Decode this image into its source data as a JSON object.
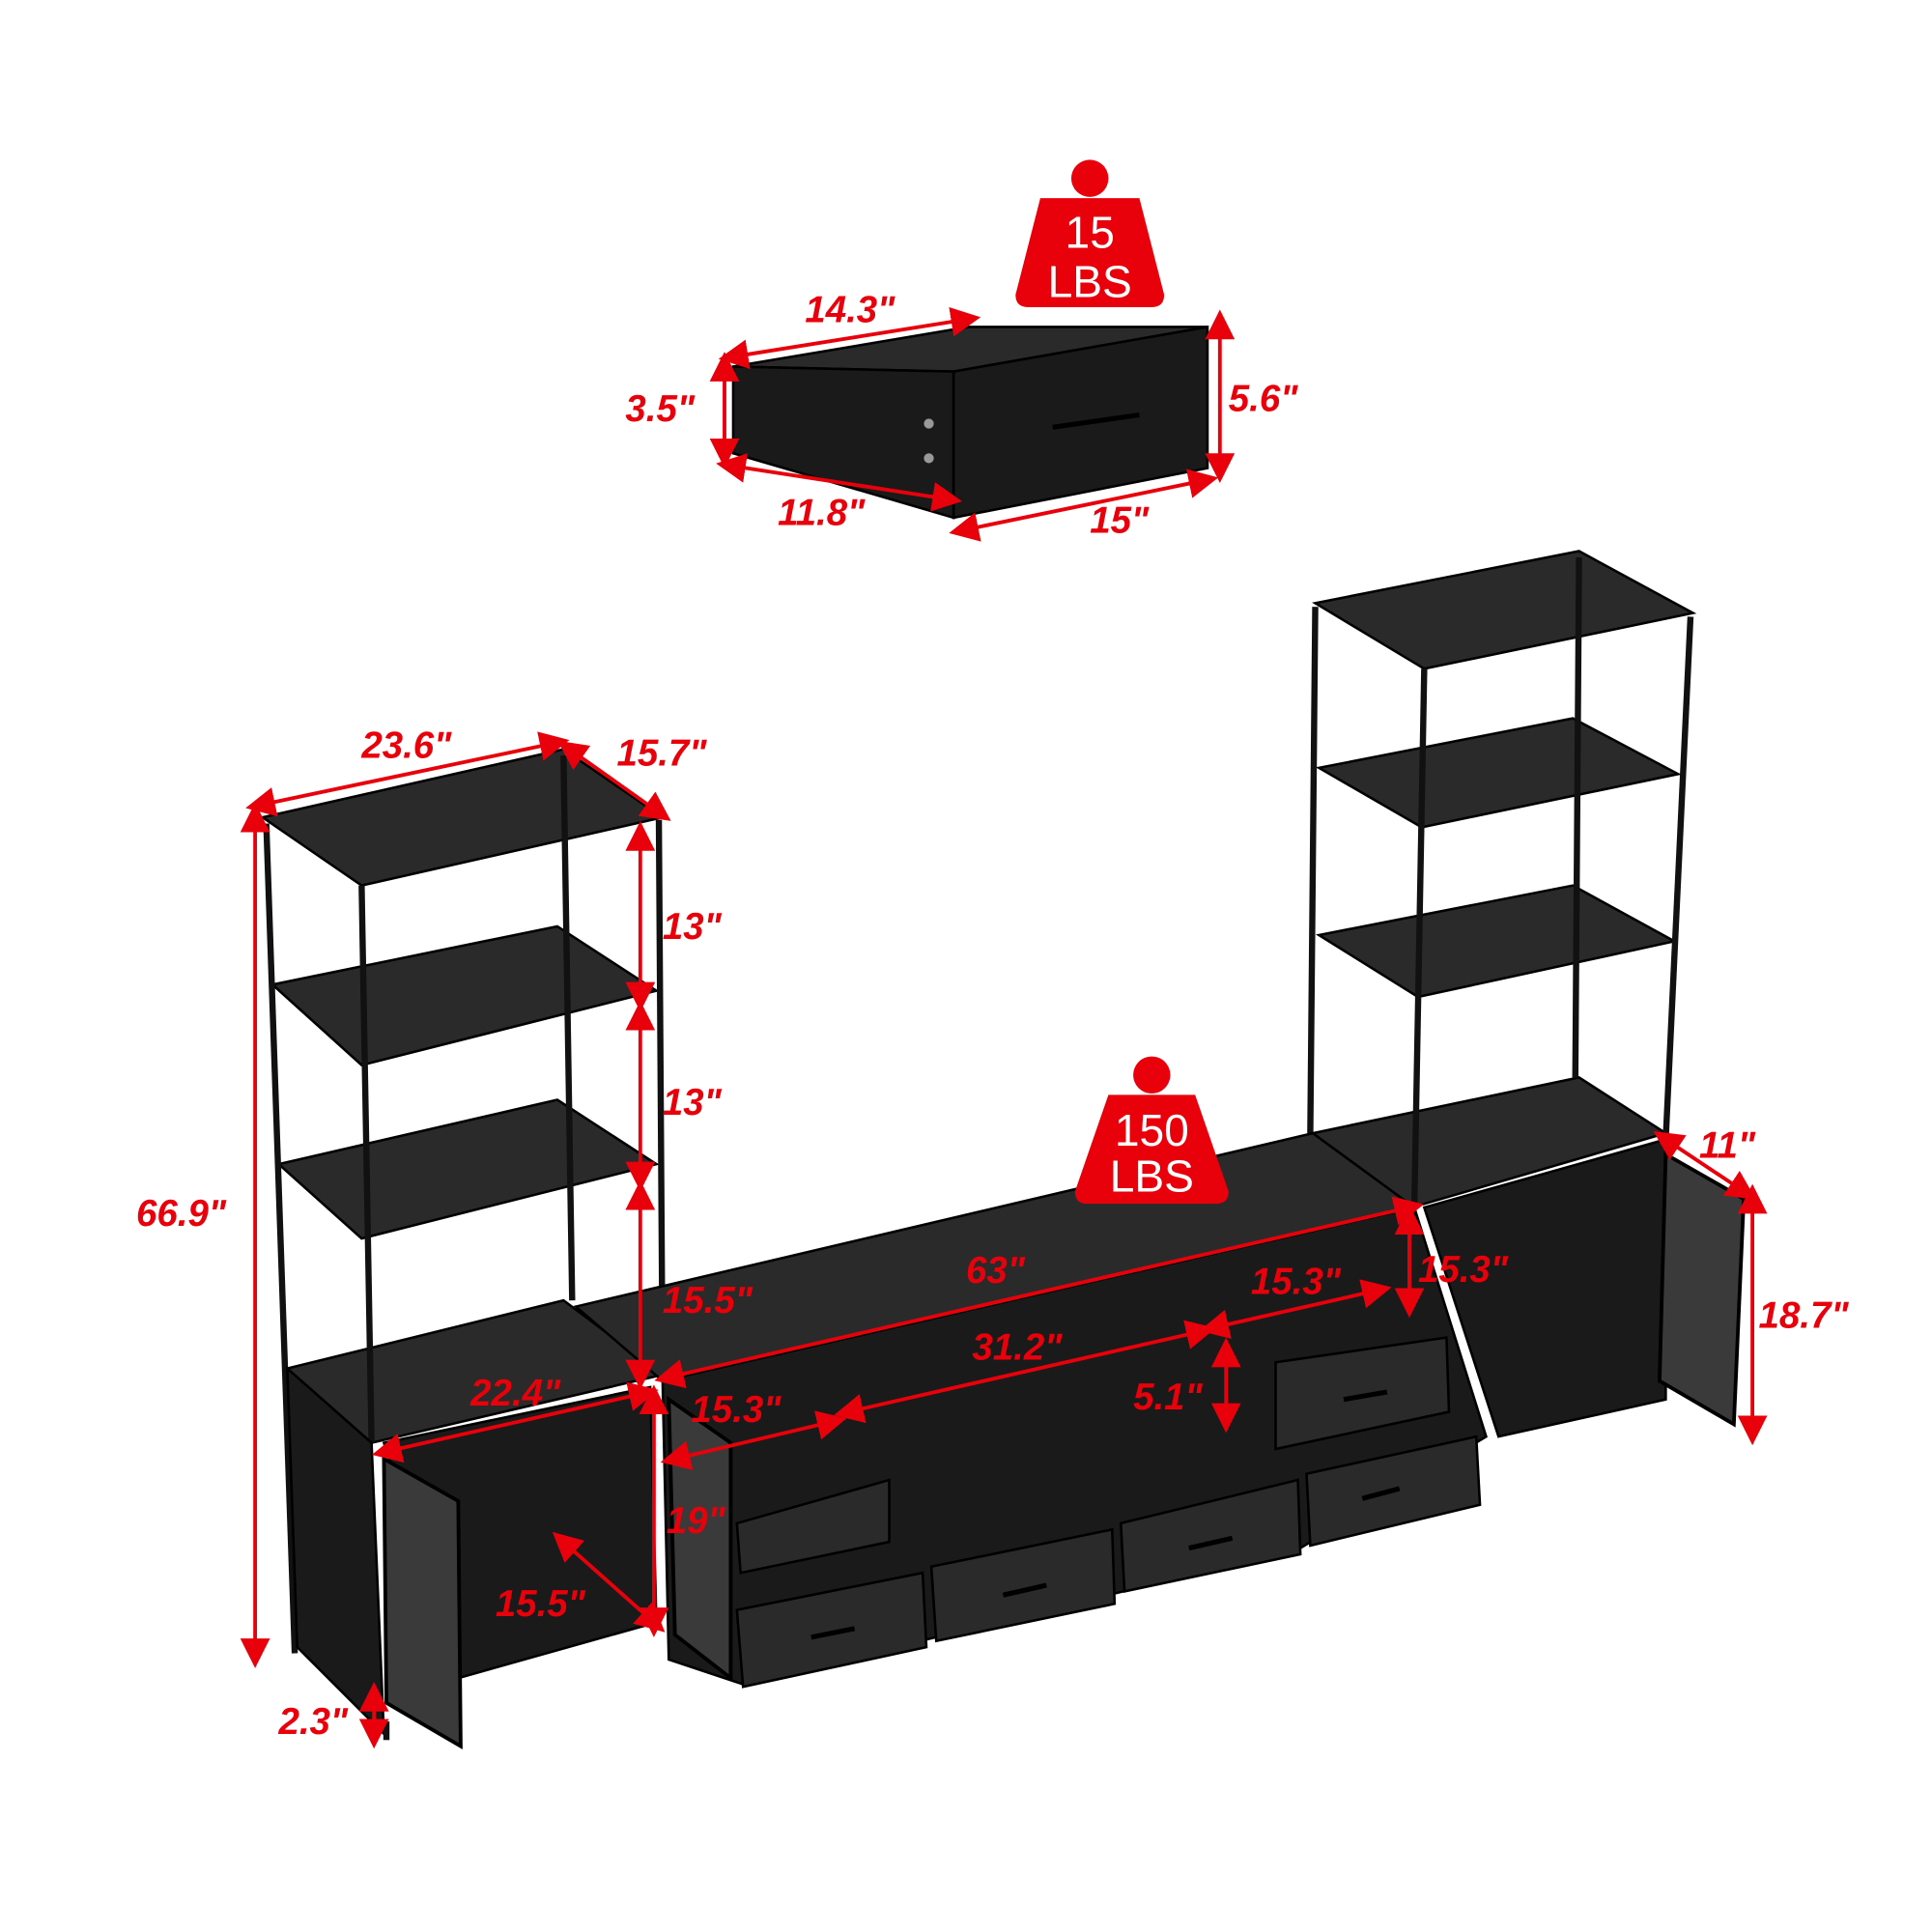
{
  "drawer": {
    "weight_capacity": {
      "value": "15",
      "unit": "LBS"
    },
    "dimensions": {
      "top_width": "14.3\"",
      "inner_height": "3.5\"",
      "front_height": "5.6\"",
      "depth": "11.8\"",
      "front_width": "15\""
    }
  },
  "tv_stand": {
    "weight_capacity": {
      "value": "150",
      "unit": "LBS"
    },
    "dimensions": {
      "length": "63\"",
      "shelf_width": "31.2\"",
      "side_shelf_width": "15.3\"",
      "open_shelf_width": "15.3\"",
      "upper_height": "15.3\"",
      "drawer_height": "5.1\"",
      "cabinet_height": "19\"",
      "cabinet_depth": "15.5\"",
      "cabinet_width": "22.4\"",
      "side_height": "15.5\"",
      "left_drawer_width": "15.3\""
    }
  },
  "bookshelf": {
    "dimensions": {
      "width": "23.6\"",
      "depth": "15.7\"",
      "shelf_gap_1": "13\"",
      "shelf_gap_2": "13\"",
      "total_height": "66.9\"",
      "leg_height": "2.3\"",
      "door_depth": "11\"",
      "cabinet_height": "18.7\""
    }
  },
  "colors": {
    "dimension": "#e8000b",
    "furniture": "#1a1a1a",
    "background": "#ffffff"
  }
}
